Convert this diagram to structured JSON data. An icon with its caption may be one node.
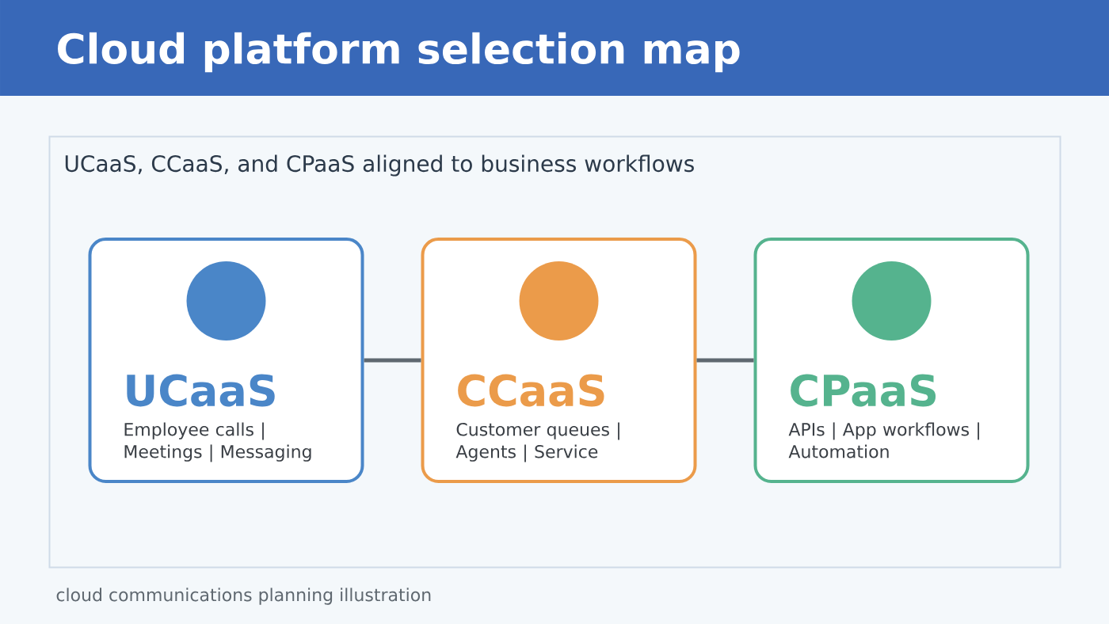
{
  "diagram": {
    "title": "Cloud platform selection map",
    "caption": "cloud communications planning illustration",
    "nodes": [
      {
        "text": [
          "UCaaS, CCaaS, and CPaaS aligned to business workflows"
        ]
      },
      {
        "text": [
          "UCaaS",
          "Employee calls | Meetings | Messaging"
        ],
        "in": 0
      },
      {
        "text": [
          "CCaaS",
          "Customer queues | Agents | Service"
        ],
        "in": 0
      },
      {
        "text": [
          "CPaaS",
          "APIs | App workflows | Automation"
        ],
        "in": 0
      }
    ],
    "edges": [
      {
        "from": 1,
        "to": 2,
        "arrow": "none"
      },
      {
        "from": 2,
        "to": 3,
        "arrow": "none"
      }
    ]
  }
}
